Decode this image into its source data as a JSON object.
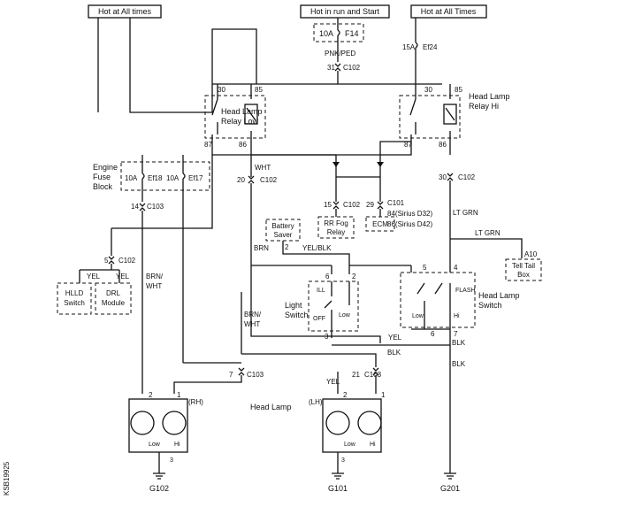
{
  "sources": {
    "hot_left": "Hot at All times",
    "hot_run": "Hot in run and Start",
    "hot_right": "Hot at All Times"
  },
  "fuses": {
    "f14_rating": "10A",
    "f14_name": "F14",
    "ef24_rating": "15A",
    "ef24_name": "Ef24",
    "ef18_rating": "10A",
    "ef18_name": "Ef18",
    "ef17_rating": "10A",
    "ef17_name": "Ef17"
  },
  "relays": {
    "low": "Head Lamp Relay Low",
    "low_l1": "Head Lamp",
    "low_l2": "Relay Low",
    "hi_l1": "Head Lamp",
    "hi_l2": "Relay Hi",
    "pin30": "30",
    "pin85": "85",
    "pin87": "87",
    "pin86": "86"
  },
  "fuse_block": {
    "l1": "Engine",
    "l2": "Fuse",
    "l3": "Block"
  },
  "wires": {
    "pnk_ped": "PNK/PED",
    "wht": "WHT",
    "brn": "BRN",
    "brn_wht_1": "BRN/",
    "brn_wht_2": "WHT",
    "yel_blk": "YEL/BLK",
    "yel": "YEL",
    "blk": "BLK",
    "lt_grn": "LT GRN"
  },
  "connectors": {
    "c102": "C102",
    "c103": "C103",
    "c101": "C101",
    "a10": "A10",
    "p31": "31",
    "p30": "30",
    "p20": "20",
    "p14": "14",
    "p15": "15",
    "p29": "29",
    "p84": "84(Sirius D32)",
    "p86": "86(Sirius D42)",
    "p5": "5",
    "p2": "2",
    "p6": "6",
    "p4": "4",
    "p3": "3",
    "p7": "7",
    "p1": "1",
    "p21": "21"
  },
  "components": {
    "hlld_1": "HLLD",
    "hlld_2": "Switch",
    "drl_1": "DRL",
    "drl_2": "Module",
    "battery_1": "Battery",
    "battery_2": "Saver",
    "rr_fog_1": "RR Fog",
    "rr_fog_2": "Relay",
    "ecm": "ECM",
    "tell_1": "Tell Tail",
    "tell_2": "Box",
    "light_sw_1": "Light",
    "light_sw_2": "Switch",
    "hl_sw_1": "Head Lamp",
    "hl_sw_2": "Switch",
    "head_lamp": "Head Lamp",
    "rh": "(RH)",
    "lh": "(LH)",
    "low": "Low",
    "hi": "Hi",
    "ill": "ILL",
    "off": "OFF",
    "flash": "FLASH"
  },
  "grounds": {
    "g102": "G102",
    "g101": "G101",
    "g201": "G201"
  },
  "side_code": "KSB19925"
}
